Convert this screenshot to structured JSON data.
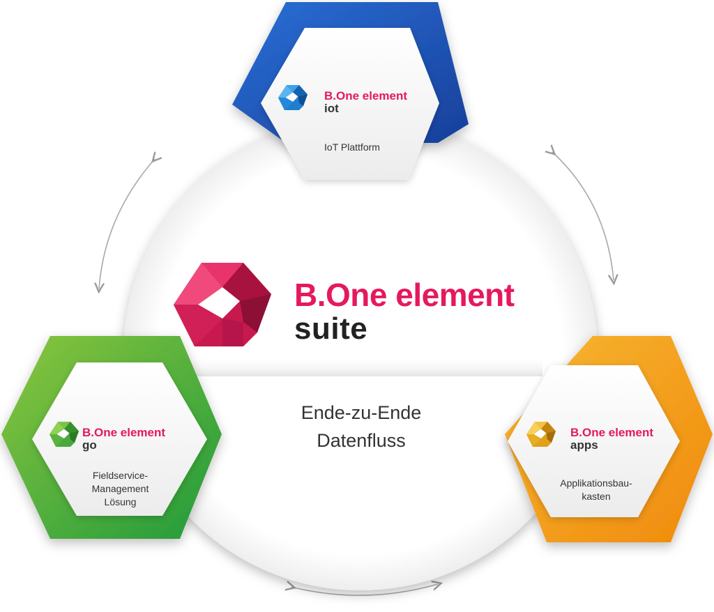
{
  "suite": {
    "title": "B.One element",
    "subtitle": "suite",
    "flow_line1": "Ende-zu-Ende",
    "flow_line2": "Datenfluss"
  },
  "modules": {
    "iot": {
      "title": "B.One element",
      "name": "iot",
      "desc1": "IoT Plattform",
      "color": "#1e5bb8"
    },
    "go": {
      "title": "B.One element",
      "name": "go",
      "desc1": "Fieldservice-",
      "desc2": "Management",
      "desc3": "Lösung",
      "color": "#4cae3c"
    },
    "apps": {
      "title": "B.One element",
      "name": "apps",
      "desc1": "Applikationsbau-",
      "desc2": "kasten",
      "color": "#f5a623"
    }
  },
  "colors": {
    "brand": "#e5195d",
    "text": "#333333"
  }
}
